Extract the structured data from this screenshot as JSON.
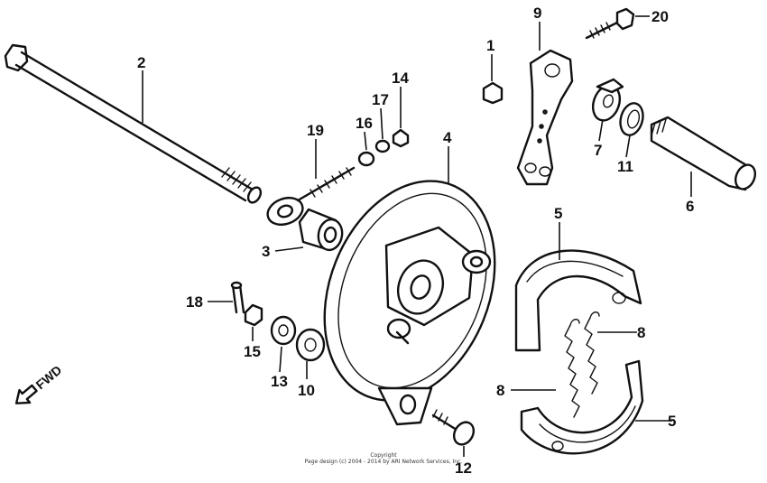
{
  "callouts": {
    "c1": "1",
    "c2": "2",
    "c3": "3",
    "c4": "4",
    "c5a": "5",
    "c5b": "5",
    "c6": "6",
    "c7": "7",
    "c8a": "8",
    "c8b": "8",
    "c9": "9",
    "c10": "10",
    "c11": "11",
    "c12": "12",
    "c13": "13",
    "c14": "14",
    "c15": "15",
    "c16": "16",
    "c17": "17",
    "c18": "18",
    "c19": "19",
    "c20": "20"
  },
  "direction_label": "FWD",
  "copyright": {
    "line1": "Copyright",
    "line2": "Page design (c) 2004 - 2014 by ARI Network Services, Inc."
  },
  "icons": [
    "fwd-arrow-icon"
  ]
}
